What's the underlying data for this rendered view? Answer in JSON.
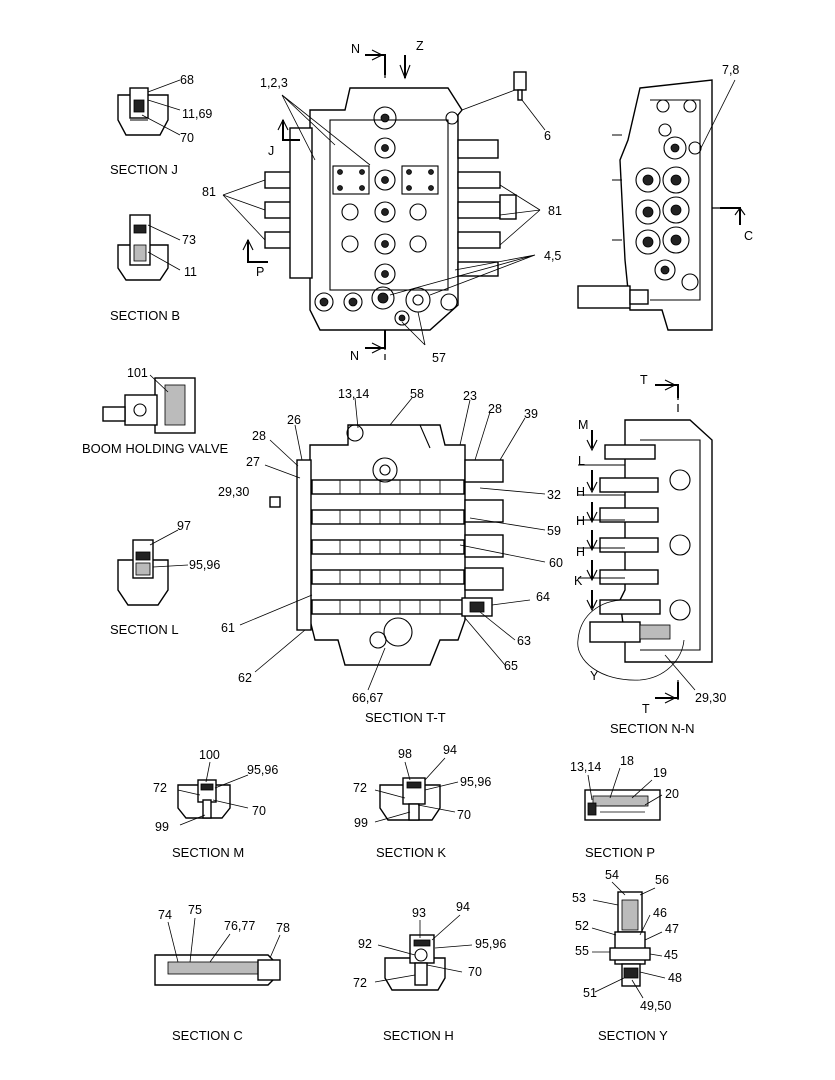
{
  "captions": {
    "sec_j": "SECTION  J",
    "sec_b": "SECTION  B",
    "boom": "BOOM HOLDING VALVE",
    "sec_l": "SECTION  L",
    "sec_tt": "SECTION  T-T",
    "sec_nn": "SECTION  N-N",
    "sec_m": "SECTION  M",
    "sec_k": "SECTION  K",
    "sec_p": "SECTION  P",
    "sec_c": "SECTION  C",
    "sec_h": "SECTION  H",
    "sec_y": "SECTION  Y"
  },
  "cut_letters": {
    "n": "N",
    "z": "Z",
    "j": "J",
    "p": "P",
    "c": "C",
    "t": "T",
    "m": "M",
    "l": "L",
    "h": "H",
    "k": "K",
    "y": "Y"
  },
  "parts": {
    "p1_2_3": "1,2,3",
    "p4_5": "4,5",
    "p6": "6",
    "p7_8": "7,8",
    "p11": "11",
    "p11_69": "11,69",
    "p13_14": "13,14",
    "p18": "18",
    "p19": "19",
    "p20": "20",
    "p23": "23",
    "p26": "26",
    "p27": "27",
    "p28": "28",
    "p29_30": "29,30",
    "p32": "32",
    "p39": "39",
    "p45": "45",
    "p46": "46",
    "p47": "47",
    "p48": "48",
    "p49_50": "49,50",
    "p51": "51",
    "p52": "52",
    "p53": "53",
    "p54": "54",
    "p55": "55",
    "p56": "56",
    "p57": "57",
    "p58": "58",
    "p59": "59",
    "p60": "60",
    "p61": "61",
    "p62": "62",
    "p63": "63",
    "p64": "64",
    "p65": "65",
    "p66_67": "66,67",
    "p68": "68",
    "p70": "70",
    "p72": "72",
    "p73": "73",
    "p74": "74",
    "p75": "75",
    "p76_77": "76,77",
    "p78": "78",
    "p81": "81",
    "p92": "92",
    "p93": "93",
    "p94": "94",
    "p95_96": "95,96",
    "p97": "97",
    "p98": "98",
    "p99": "99",
    "p100": "100",
    "p101": "101"
  }
}
